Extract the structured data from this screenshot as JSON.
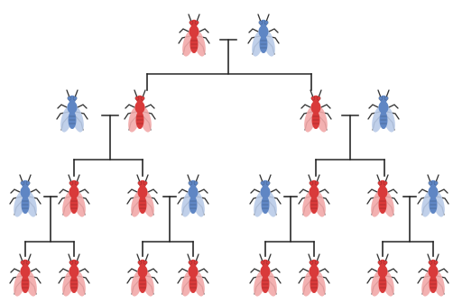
{
  "diagram": {
    "kind": "fly-pedigree",
    "colors": {
      "red": "#d93a3a",
      "red_wing": "#f2a8a8",
      "blue": "#5f86c4",
      "blue_wing": "#b9cbe8",
      "line": "#222222"
    },
    "generations": [
      {
        "index": 0,
        "flies": [
          "red",
          "blue"
        ]
      },
      {
        "index": 1,
        "flies": [
          "blue",
          "red",
          "red",
          "blue"
        ]
      },
      {
        "index": 2,
        "flies": [
          "blue",
          "red",
          "red",
          "blue",
          "blue",
          "red",
          "red",
          "blue"
        ]
      },
      {
        "index": 3,
        "flies": [
          "red",
          "red",
          "red",
          "red",
          "red",
          "red",
          "red",
          "red"
        ]
      }
    ]
  }
}
